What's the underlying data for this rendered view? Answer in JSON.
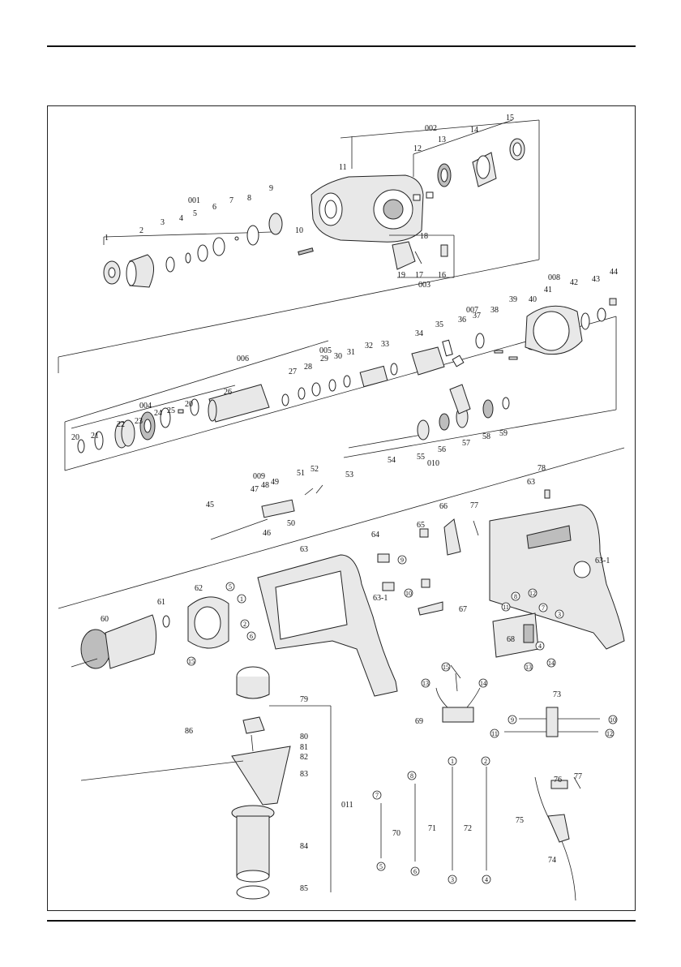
{
  "diagram": {
    "groups": [
      "001",
      "002",
      "003",
      "004",
      "005",
      "006",
      "007",
      "008",
      "009",
      "010",
      "011"
    ],
    "numbers": [
      "1",
      "2",
      "3",
      "4",
      "5",
      "6",
      "7",
      "8",
      "9",
      "10",
      "11",
      "12",
      "13",
      "14",
      "15",
      "16",
      "17",
      "18",
      "19",
      "20",
      "20",
      "21",
      "22",
      "23",
      "24",
      "25",
      "26",
      "27",
      "28",
      "29",
      "30",
      "31",
      "32",
      "33",
      "34",
      "35",
      "36",
      "37",
      "38",
      "39",
      "40",
      "41",
      "42",
      "43",
      "44",
      "45",
      "46",
      "47",
      "48",
      "49",
      "50",
      "51",
      "52",
      "53",
      "54",
      "55",
      "56",
      "57",
      "58",
      "59",
      "60",
      "61",
      "62",
      "63",
      "63",
      "63-1",
      "63-1",
      "64",
      "65",
      "66",
      "67",
      "68",
      "69",
      "70",
      "71",
      "72",
      "73",
      "74",
      "75",
      "76",
      "77",
      "77",
      "78",
      "79",
      "80",
      "81",
      "82",
      "83",
      "84",
      "85",
      "86"
    ],
    "circled": {
      "stator": [
        "5",
        "1",
        "2",
        "6",
        "15"
      ],
      "switch": [
        "8",
        "12",
        "11",
        "7",
        "3",
        "4",
        "13",
        "14"
      ],
      "brush": [
        "9",
        "10"
      ],
      "capacitor": [
        "15",
        "13",
        "14"
      ],
      "wire_73": [
        "9",
        "10",
        "11",
        "12"
      ],
      "wire_70": [
        "7",
        "5"
      ],
      "wire_71": [
        "8",
        "6"
      ],
      "wire_72": [
        "1",
        "2",
        "3",
        "4"
      ]
    }
  }
}
